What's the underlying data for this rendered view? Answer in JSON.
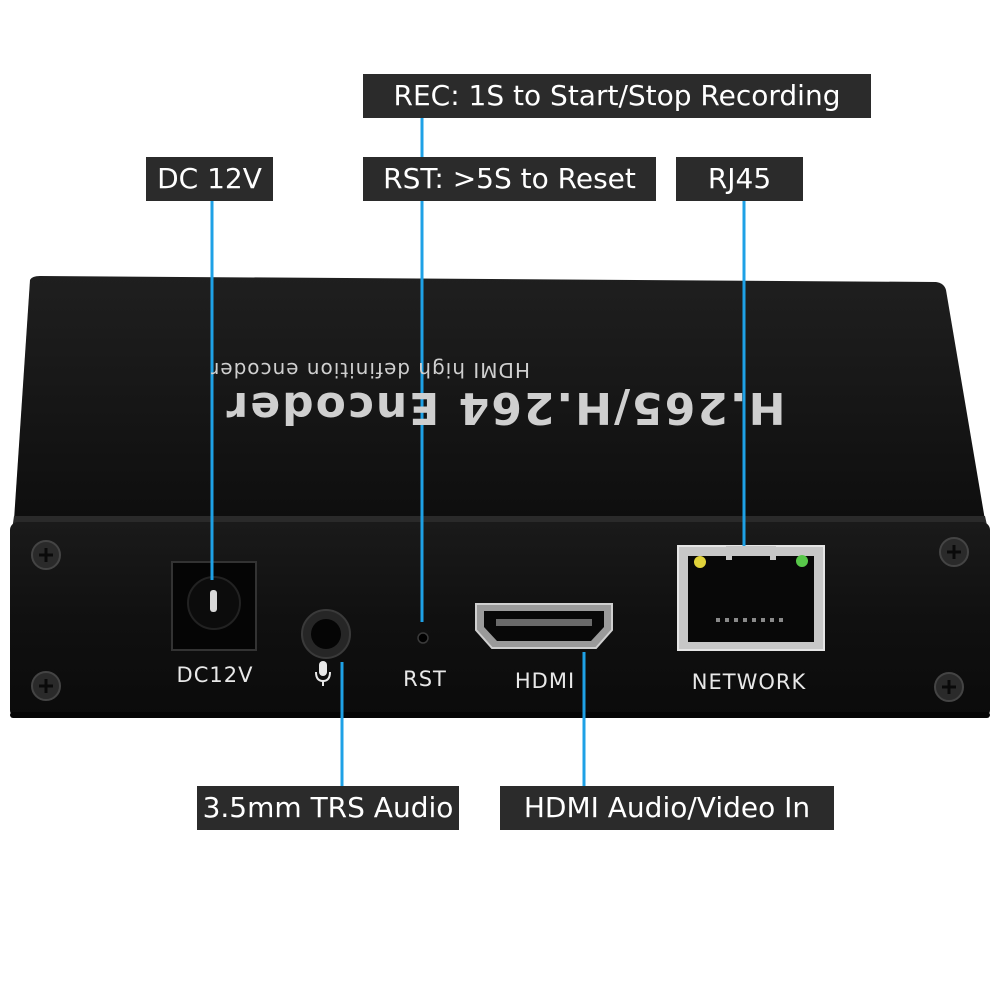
{
  "callouts": {
    "rec": "REC: 1S to Start/Stop Recording",
    "rst": "RST:  >5S to Reset",
    "dc": "DC 12V",
    "rj45": "RJ45",
    "audio": "3.5mm TRS Audio",
    "hdmi_in": "HDMI Audio/Video In"
  },
  "device": {
    "top_title": "H.265/H.264 Encoder",
    "top_subtitle": "HDMI high definition encoder",
    "port_labels": {
      "dc": "DC12V",
      "rst": "RST",
      "hdmi": "HDMI",
      "network": "NETWORK"
    },
    "icons": [
      "power-jack-icon",
      "microphone-icon",
      "reset-pinhole-icon",
      "hdmi-port-icon",
      "rj45-port-icon",
      "screw-icon"
    ]
  },
  "colors": {
    "callout_bg": "#2b2b2b",
    "callout_text": "#ffffff",
    "leader_line": "#1ea1e6",
    "device_body": "#151515",
    "engraving": "#cfcfcf",
    "led_yellow": "#e0d23a",
    "led_green": "#58c84a"
  }
}
